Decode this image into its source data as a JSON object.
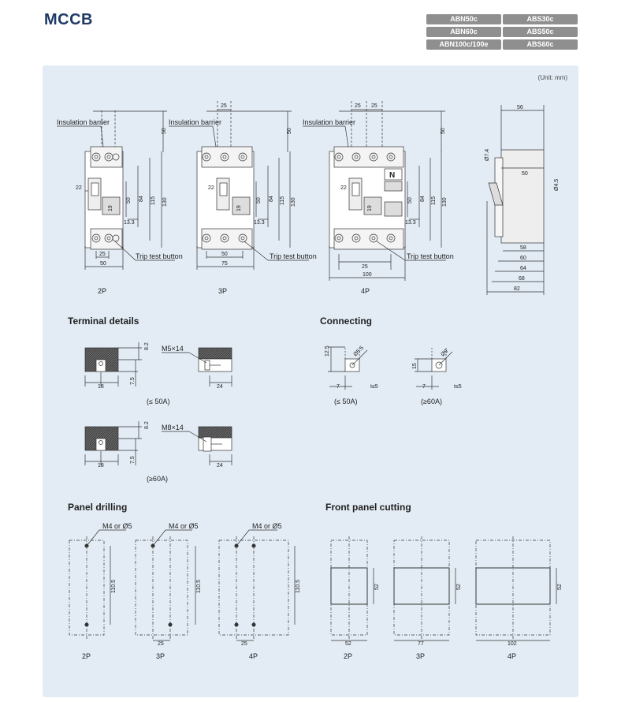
{
  "header": {
    "title": "MCCB",
    "models": [
      "ABN50c",
      "ABS30c",
      "ABN60c",
      "ABS50c",
      "ABN100c/100e",
      "ABS60c"
    ]
  },
  "unit_note": "(Unit: mm)",
  "breakers": {
    "insulation_barrier": "Insulation barrier",
    "trip_test_button": "Trip test button",
    "labels": [
      "2P",
      "3P",
      "4P"
    ],
    "neutral": "N",
    "dims_2p": {
      "width": "50",
      "pitch": "25",
      "top": "50",
      "h1": "50",
      "h2": "84",
      "h3": "115",
      "h4": "130",
      "left": "22",
      "d19": "19",
      "d133": "13.3"
    },
    "dims_3p": {
      "width": "75",
      "pitch": "50",
      "top_pitch": "25",
      "top": "50",
      "h1": "50",
      "h2": "84",
      "h3": "115",
      "h4": "130",
      "left": "22",
      "d19": "19",
      "d133": "13.3"
    },
    "dims_4p": {
      "width": "100",
      "pitch": "25",
      "top_pitch_a": "25",
      "top_pitch_b": "25",
      "top": "50",
      "h1": "50",
      "h2": "84",
      "h3": "115",
      "h4": "130",
      "left": "22",
      "d19": "19",
      "d133": "13.3"
    },
    "side": {
      "top_width": "56",
      "d74": "Ø7.4",
      "d45": "Ø4.5",
      "d50": "50",
      "depths": [
        "58",
        "60",
        "64",
        "68",
        "82"
      ]
    }
  },
  "terminal": {
    "title": "Terminal details",
    "rows": [
      {
        "screw": "M5×14",
        "d82": "8.2",
        "d18": "18",
        "d75": "7.5",
        "d24": "24",
        "caption": "(≤ 50A)"
      },
      {
        "screw": "M8×14",
        "d82": "8.2",
        "d18": "18",
        "d75": "7.5",
        "d24": "24",
        "caption": "(≥60A)"
      }
    ]
  },
  "connecting": {
    "title": "Connecting",
    "items": [
      {
        "h": "12.5",
        "hole": "Ø5.5",
        "w": "7",
        "t": "t≤5",
        "caption": "(≤ 50A)"
      },
      {
        "h": "15",
        "hole": "Ø9",
        "w": "7",
        "t": "t≤5",
        "caption": "(≥60A)"
      }
    ]
  },
  "drilling": {
    "title": "Panel drilling",
    "hole_note": "M4 or Ø5",
    "height": "110.5",
    "pitch": "25",
    "labels": [
      "2P",
      "3P",
      "4P"
    ]
  },
  "cutting": {
    "title": "Front panel cutting",
    "height": "52",
    "widths": [
      "52",
      "77",
      "102"
    ],
    "labels": [
      "2P",
      "3P",
      "4P"
    ]
  }
}
